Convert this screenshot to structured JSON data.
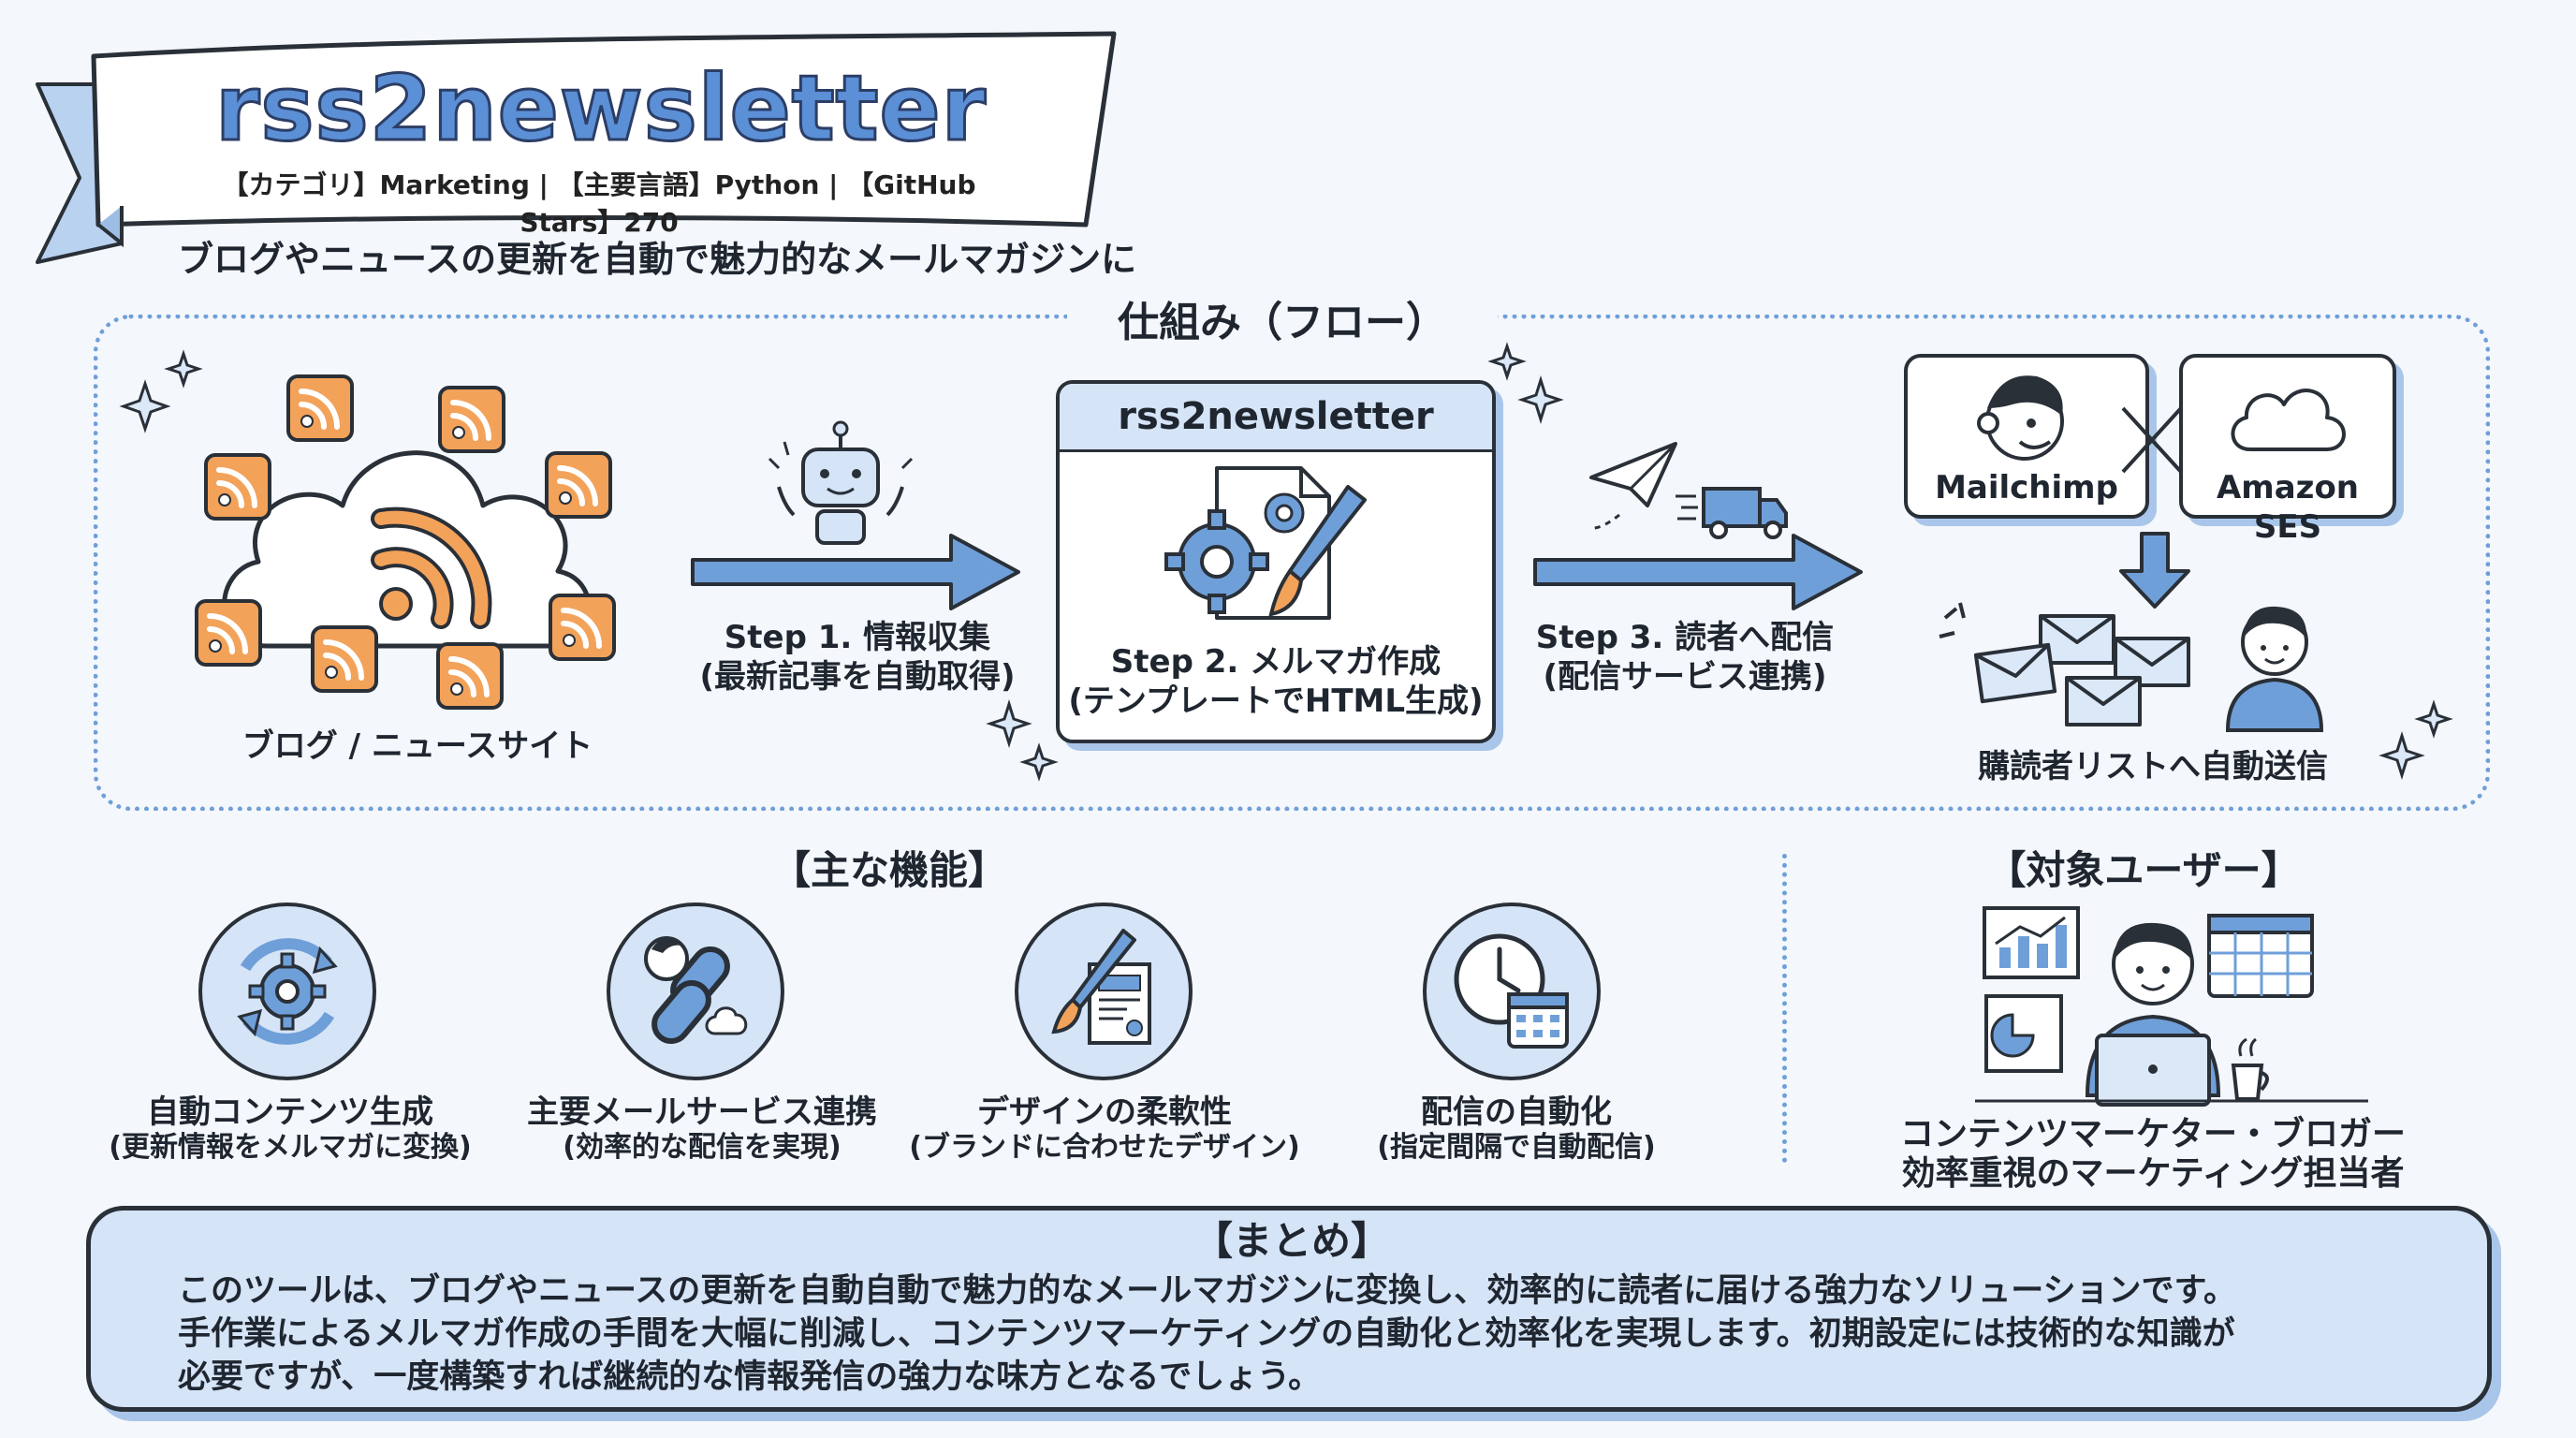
{
  "header": {
    "title": "rss2newsletter",
    "meta": "【カテゴリ】Marketing | 【主要言語】Python | 【GitHub Stars】270",
    "tagline": "ブログやニュースの更新を自動で魅力的なメールマガジンに"
  },
  "flow": {
    "title": "仕組み（フロー）",
    "source_label": "ブログ / ニュースサイト",
    "step1": [
      "Step 1. 情報収集",
      "(最新記事を自動取得)"
    ],
    "center_title": "rss2newsletter",
    "step2": [
      "Step 2. メルマガ作成",
      "(テンプレートでHTML生成)"
    ],
    "step3": [
      "Step 3. 読者へ配信",
      "(配信サービス連携)"
    ],
    "service1": "Mailchimp",
    "service2": "Amazon SES",
    "dest_label": "購読者リストへ自動送信"
  },
  "features": {
    "title": "【主な機能】",
    "items": [
      {
        "title": "自動コンテンツ生成",
        "sub": "(更新情報をメルマガに変換)"
      },
      {
        "title": "主要メールサービス連携",
        "sub": "(効率的な配信を実現)"
      },
      {
        "title": "デザインの柔軟性",
        "sub": "(ブランドに合わせたデザイン)"
      },
      {
        "title": "配信の自動化",
        "sub": "(指定間隔で自動配信)"
      }
    ]
  },
  "target": {
    "title": "【対象ユーザー】",
    "line1": "コンテンツマーケター・ブロガー",
    "line2": "効率重視のマーケティング担当者"
  },
  "summary": {
    "title": "【まとめ】",
    "lines": [
      "このツールは、ブログやニュースの更新を自動自動で魅力的なメールマガジンに変換し、効率的に読者に届ける強力なソリューションです。",
      "手作業によるメルマガ作成の手間を大幅に削減し、コンテンツマーケティングの自動化と効率化を実現します。初期設定には技術的な知識が",
      "必要ですが、一度構築すれば継続的な情報発信の強力な味方となるでしょう。"
    ]
  },
  "colors": {
    "accent": "#6f9fd8",
    "light_blue": "#d5e4f7",
    "orange": "#f3a25a",
    "ink": "#2a3038"
  },
  "icons": [
    "rss-icon",
    "cloud-icon",
    "robot-icon",
    "gear-icon",
    "paintbrush-icon",
    "paper-plane-icon",
    "truck-icon",
    "mailchimp-icon",
    "envelope-icon",
    "person-icon",
    "chain-link-icon",
    "clock-icon",
    "calendar-icon",
    "chart-icon",
    "laptop-icon",
    "coffee-icon",
    "sparkle-icon"
  ]
}
